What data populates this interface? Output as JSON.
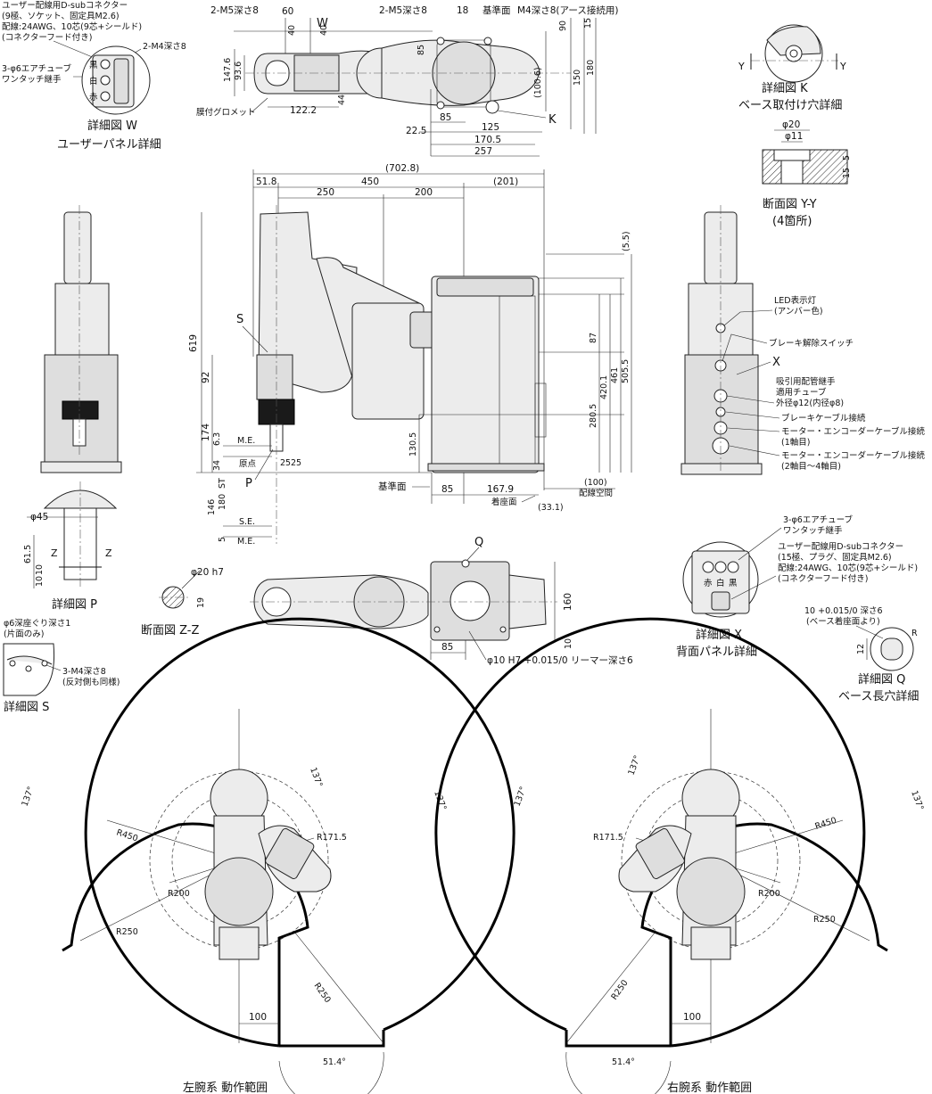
{
  "detail_w": {
    "dsub_label": [
      "ユーザー配線用D-subコネクター",
      "(9極、ソケット、固定具M2.6)",
      "配線:24AWG、10芯(9芯+シールド)",
      "(コネクターフード付き)"
    ],
    "m4_label": "2-M4深さ8",
    "air_label": [
      "3-φ6エアチューブ",
      "ワンタッチ継手"
    ],
    "colors": [
      "黒",
      "白",
      "赤"
    ],
    "title": "詳細図 W",
    "subtitle": "ユーザーパネル詳細"
  },
  "top_view": {
    "m5_left": "2-M5深さ8",
    "dim_60": "60",
    "w_label": "W",
    "m5_right": "2-M5深さ8",
    "dim_18": "18",
    "kijun_label": "基準面",
    "m4_ground": "M4深さ8(アース接続用)",
    "dim_40a": "40",
    "dim_40b": "40",
    "dim_85": "85",
    "dim_1476": "147.6",
    "dim_936": "93.6",
    "dim_44": "44",
    "dim_1222": "122.2",
    "grommet": "膜付グロメット",
    "dim_15": "15",
    "dim_90": "90",
    "dim_1006": "(100.6)",
    "dim_150": "150",
    "dim_180": "180",
    "dim_85b": "85",
    "dim_225": "22.5",
    "dim_125": "125",
    "dim_1705": "170.5",
    "dim_257": "257",
    "k_label": "K"
  },
  "detail_k": {
    "y_left": "Y",
    "y_right": "Y",
    "title": "詳細図 K",
    "subtitle": "ベース取付け穴詳細"
  },
  "section_yy": {
    "phi20": "φ20",
    "phi11": "φ11",
    "dim_5": "5",
    "dim_15": "15",
    "title": "断面図 Y-Y",
    "subtitle": "(4箇所)"
  },
  "side_view": {
    "dim_7028": "(702.8)",
    "dim_518": "51.8",
    "dim_450": "450",
    "dim_201": "(201)",
    "dim_250": "250",
    "dim_200": "200",
    "dim_55": "(5.5)",
    "dim_619": "619",
    "dim_92": "92",
    "dim_174": "174",
    "dim_63": "6.3",
    "dim_34": "34",
    "dim_25a": "25",
    "dim_25b": "25",
    "dim_146": "146",
    "dim_180": "180",
    "dim_st": "ST",
    "dim_5": "5",
    "me_top": "M.E.",
    "origin": "原点",
    "se_label": "S.E.",
    "me_bot": "M.E.",
    "s_label": "S",
    "p_label": "P",
    "dim_87": "87",
    "dim_4201": "420.1",
    "dim_461": "461",
    "dim_5055": "505.5",
    "dim_2805": "280.5",
    "dim_1305": "130.5",
    "kijun": "基準面",
    "dim_85": "85",
    "dim_1679": "167.9",
    "dim_100": "(100)",
    "haisen": "配線空間",
    "chakuza": "着座面",
    "dim_331": "(33.1)"
  },
  "rear_view": {
    "led": [
      "LED表示灯",
      "(アンバー色)"
    ],
    "brake_switch": "ブレーキ解除スイッチ",
    "x_label": "X",
    "suction": [
      "吸引用配管継手",
      "適用チューブ",
      "外径φ12(内径φ8)"
    ],
    "brake_cable": "ブレーキケーブル接続",
    "motor1": [
      "モーター・エンコーダーケーブル接続",
      "(1軸目)"
    ],
    "motor24": [
      "モーター・エンコーダーケーブル接続",
      "(2軸目〜4軸目)"
    ]
  },
  "detail_p": {
    "phi45": "φ45",
    "dim_615": "61.5",
    "dim_10a": "10",
    "dim_10b": "10",
    "z_left": "Z",
    "z_right": "Z",
    "title": "詳細図 P"
  },
  "section_zz": {
    "phi20": "φ20 h7",
    "dim_19": "19",
    "title": "断面図 Z-Z"
  },
  "detail_s": {
    "counterbore": [
      "φ6深座ぐり深さ1",
      "(片面のみ)"
    ],
    "m4": [
      "3-M4深さ8",
      "(反対側も同様)"
    ],
    "title": "詳細図 S"
  },
  "bottom_view": {
    "q_label": "Q",
    "dim_160": "160",
    "dim_10": "10",
    "dim_85": "85",
    "reamer": "φ10 H7 +0.015/0 リーマー深さ6"
  },
  "detail_x": {
    "air": [
      "3-φ6エアチューブ",
      "ワンタッチ継手"
    ],
    "dsub": [
      "ユーザー配線用D-subコネクター",
      "(15極、プラグ、固定具M2.6)",
      "配線:24AWG、10芯(9芯+シールド)",
      "(コネクターフード付き)"
    ],
    "colors": [
      "赤",
      "白",
      "黒"
    ],
    "title": "詳細図 X",
    "subtitle": "背面パネル詳細"
  },
  "detail_q": {
    "depth": "10 +0.015/0 深さ6",
    "depth_note": "(ベース着座面より)",
    "dim_12": "12",
    "r_label": "R",
    "title": "詳細図 Q",
    "subtitle": "ベース長穴詳細"
  },
  "range_left": {
    "a137_top": "137°",
    "a137_left": "137°",
    "a137_right": "137°",
    "r450": "R450",
    "r1715": "R171.5",
    "r200": "R200",
    "r250a": "R250",
    "r250b": "R250",
    "d100": "100",
    "a514": "51.4°",
    "title": "左腕系 動作範囲"
  },
  "range_right": {
    "a137_top": "137°",
    "a137_left": "137°",
    "a137_right": "137°",
    "r450": "R450",
    "r1715": "R171.5",
    "r200": "R200",
    "r250a": "R250",
    "r250b": "R250",
    "d100": "100",
    "a514": "51.4°",
    "title": "右腕系 動作範囲"
  }
}
